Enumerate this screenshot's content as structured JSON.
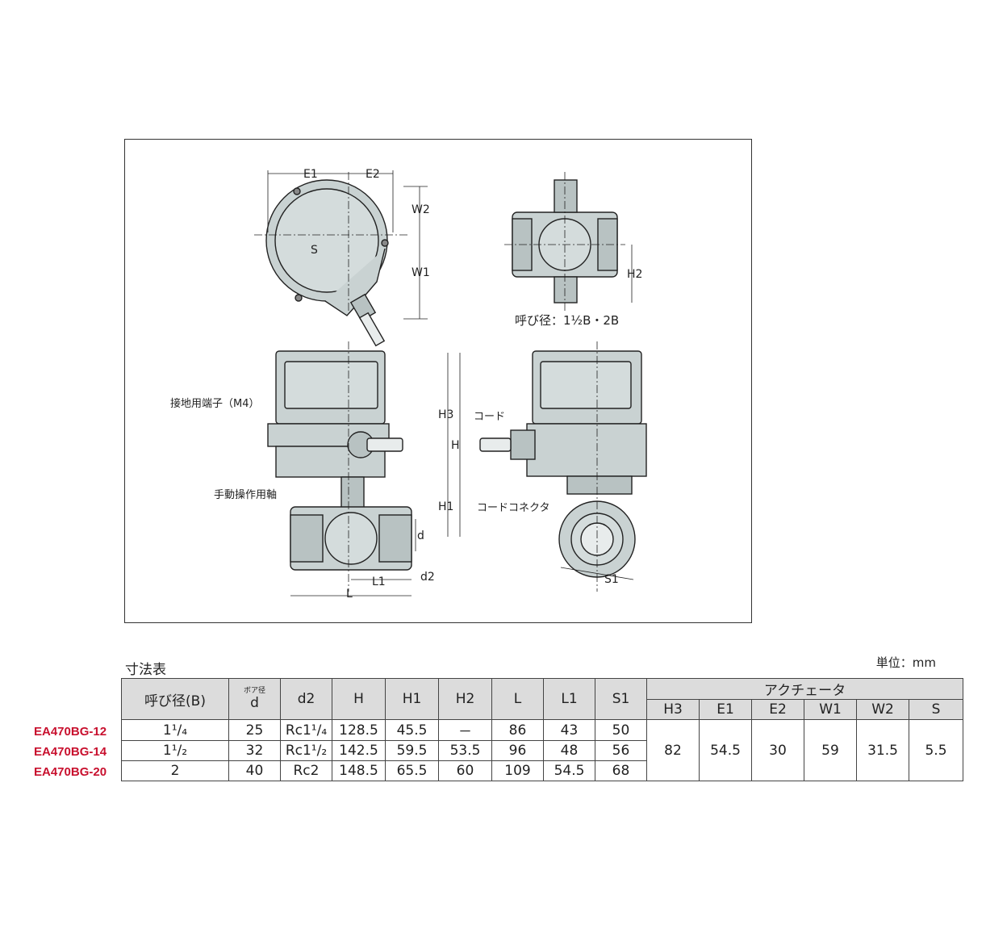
{
  "drawing": {
    "labels": {
      "e1": "E1",
      "e2": "E2",
      "w1": "W1",
      "w2": "W2",
      "s": "S",
      "h2": "H2",
      "bore_note": "呼び径：1½B・2B",
      "h3": "H3",
      "h": "H",
      "h1": "H1",
      "d": "d",
      "d2": "d2",
      "l1": "L1",
      "l": "L",
      "s1": "S1",
      "ground_terminal": "接地用端子（M4）",
      "manual_shaft": "手動操作用軸",
      "cord": "コード",
      "cord_connector": "コードコネクタ"
    },
    "colors": {
      "body_fill": "#c9d2d2",
      "line": "#222222"
    }
  },
  "table": {
    "title": "寸法表",
    "unit": "単位：mm",
    "headers": {
      "nominal": "呼び径(B)",
      "bore_small": "ボア径",
      "d": "d",
      "d2": "d2",
      "H": "H",
      "H1": "H1",
      "H2": "H2",
      "L": "L",
      "L1": "L1",
      "S1": "S1",
      "actuator": "アクチェータ",
      "H3": "H3",
      "E1": "E1",
      "E2": "E2",
      "W1": "W1",
      "W2": "W2",
      "S": "S"
    },
    "rows": [
      {
        "model": "EA470BG-12",
        "nominal": "1¹/₄",
        "d": "25",
        "d2": "Rc1¹/₄",
        "H": "128.5",
        "H1": "45.5",
        "H2": "－",
        "L": "86",
        "L1": "43",
        "S1": "50"
      },
      {
        "model": "EA470BG-14",
        "nominal": "1¹/₂",
        "d": "32",
        "d2": "Rc1¹/₂",
        "H": "142.5",
        "H1": "59.5",
        "H2": "53.5",
        "L": "96",
        "L1": "48",
        "S1": "56"
      },
      {
        "model": "EA470BG-20",
        "nominal": "2",
        "d": "40",
        "d2": "Rc2",
        "H": "148.5",
        "H1": "65.5",
        "H2": "60",
        "L": "109",
        "L1": "54.5",
        "S1": "68"
      }
    ],
    "actuator_values": {
      "H3": "82",
      "E1": "54.5",
      "E2": "30",
      "W1": "59",
      "W2": "31.5",
      "S": "5.5"
    }
  }
}
